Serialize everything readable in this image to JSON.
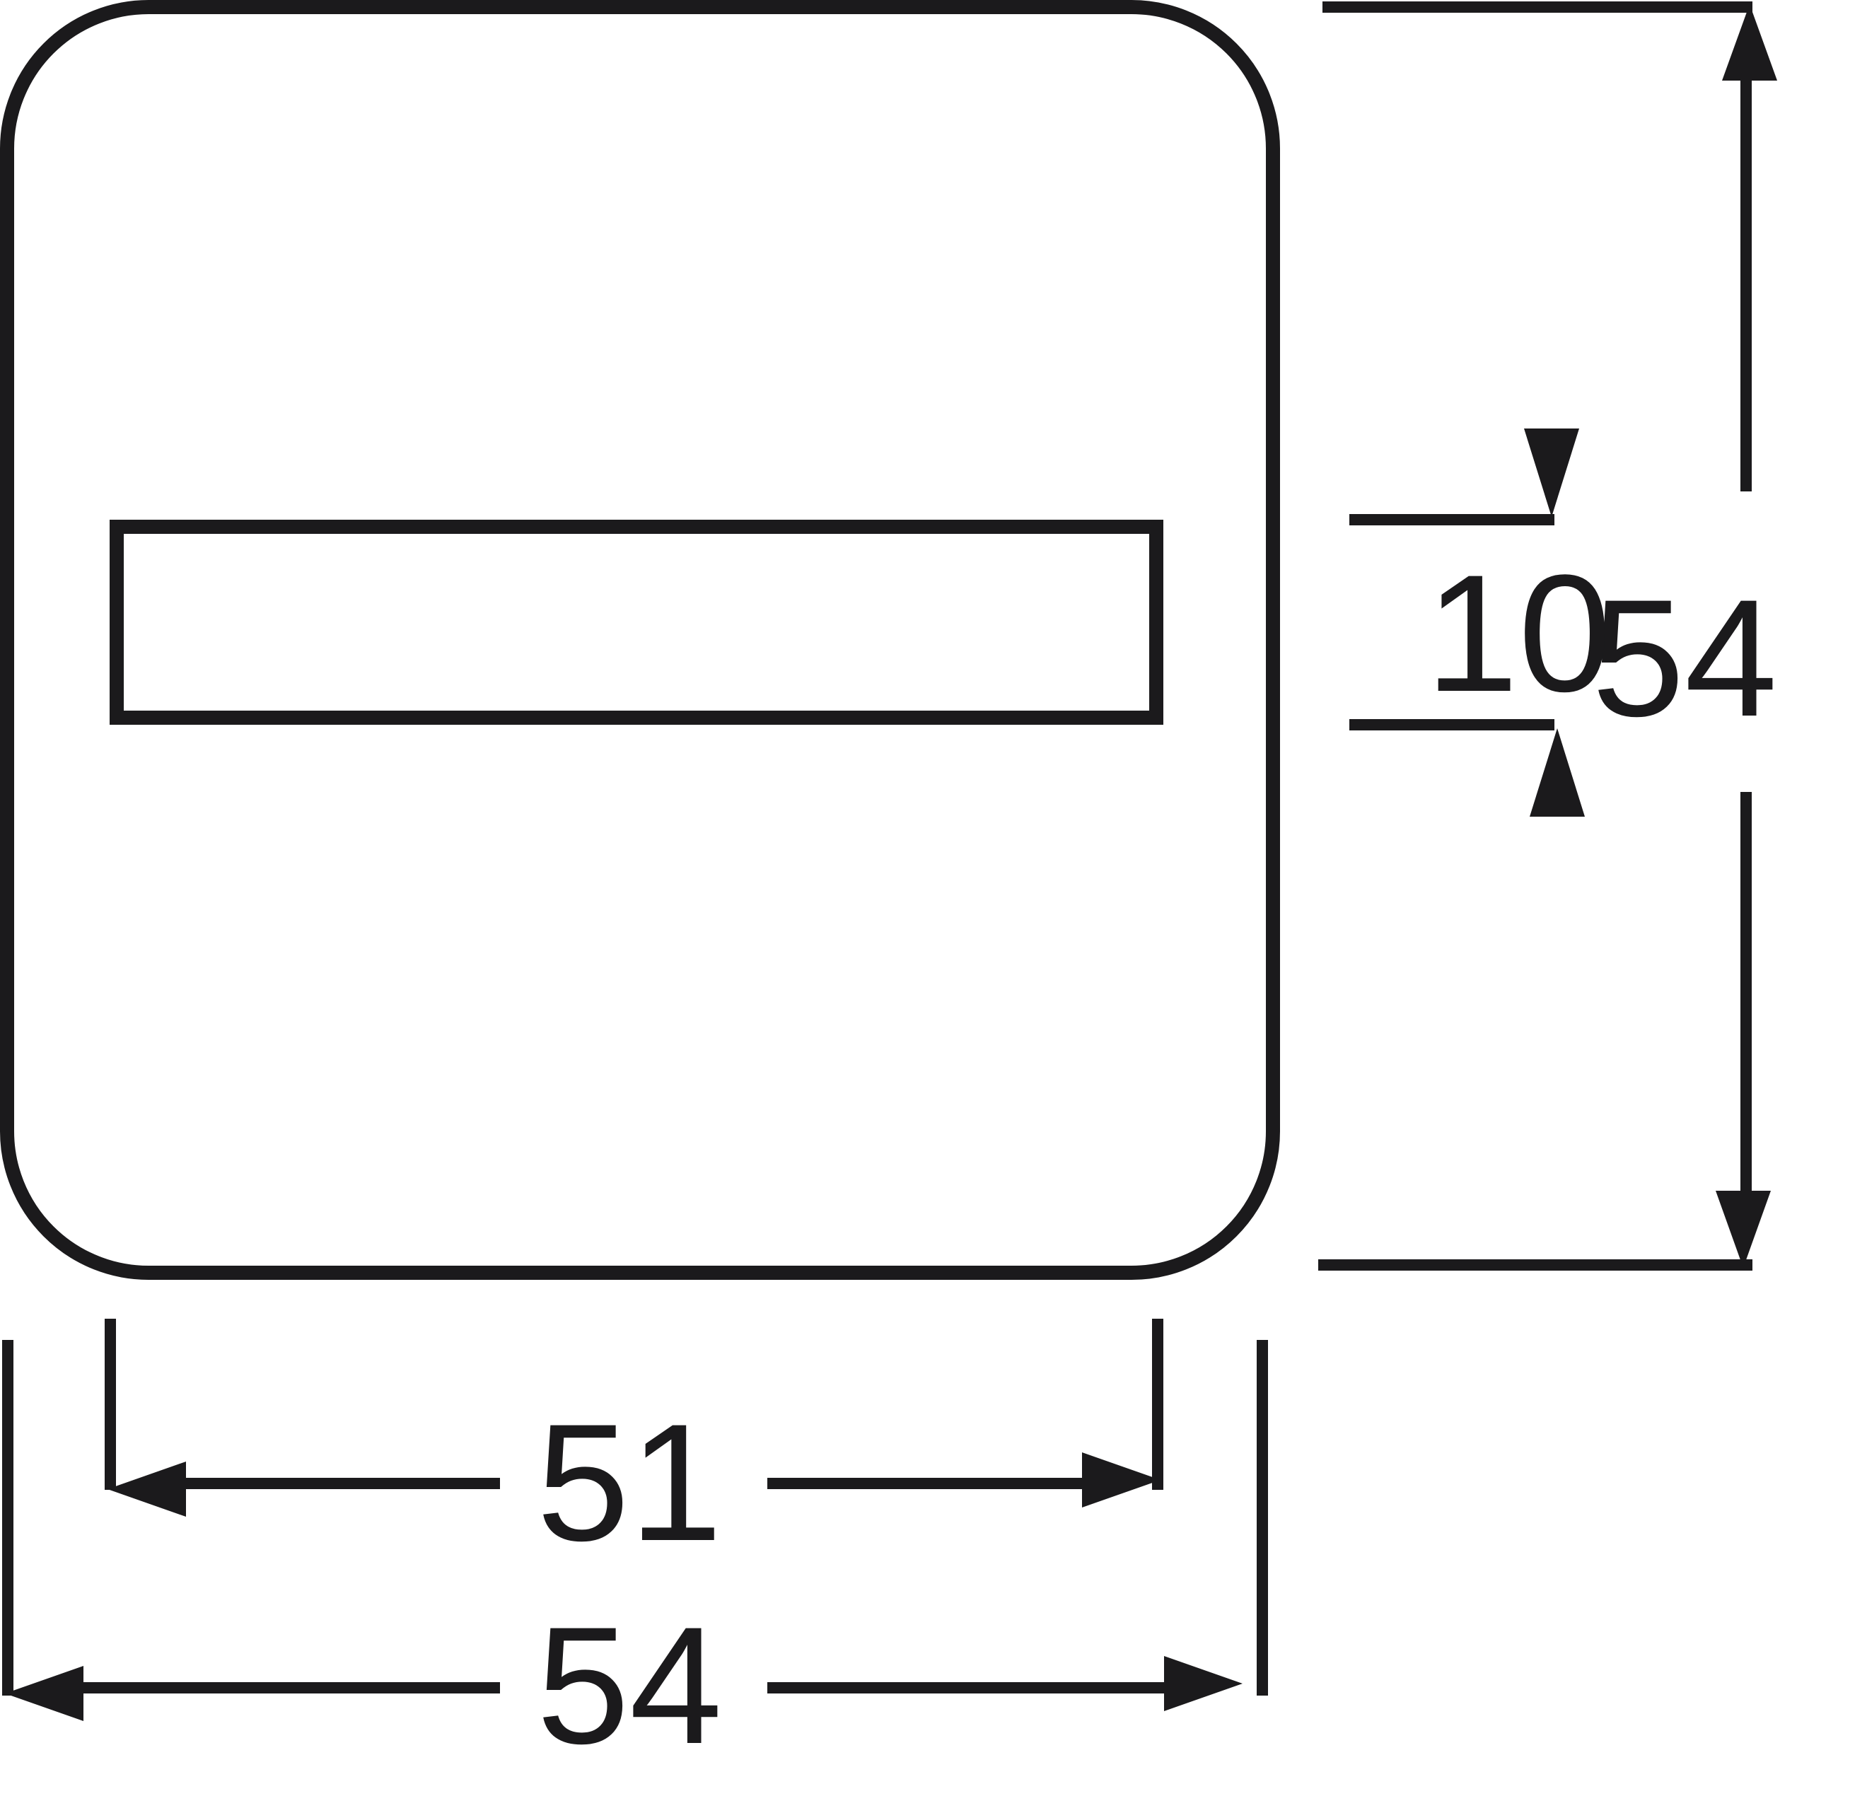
{
  "colors": {
    "stroke": "#1b1a1c",
    "background": "#ffffff"
  },
  "dimensions": {
    "overall_height": "54",
    "window_height": "10",
    "window_width": "51",
    "overall_width": "54"
  }
}
